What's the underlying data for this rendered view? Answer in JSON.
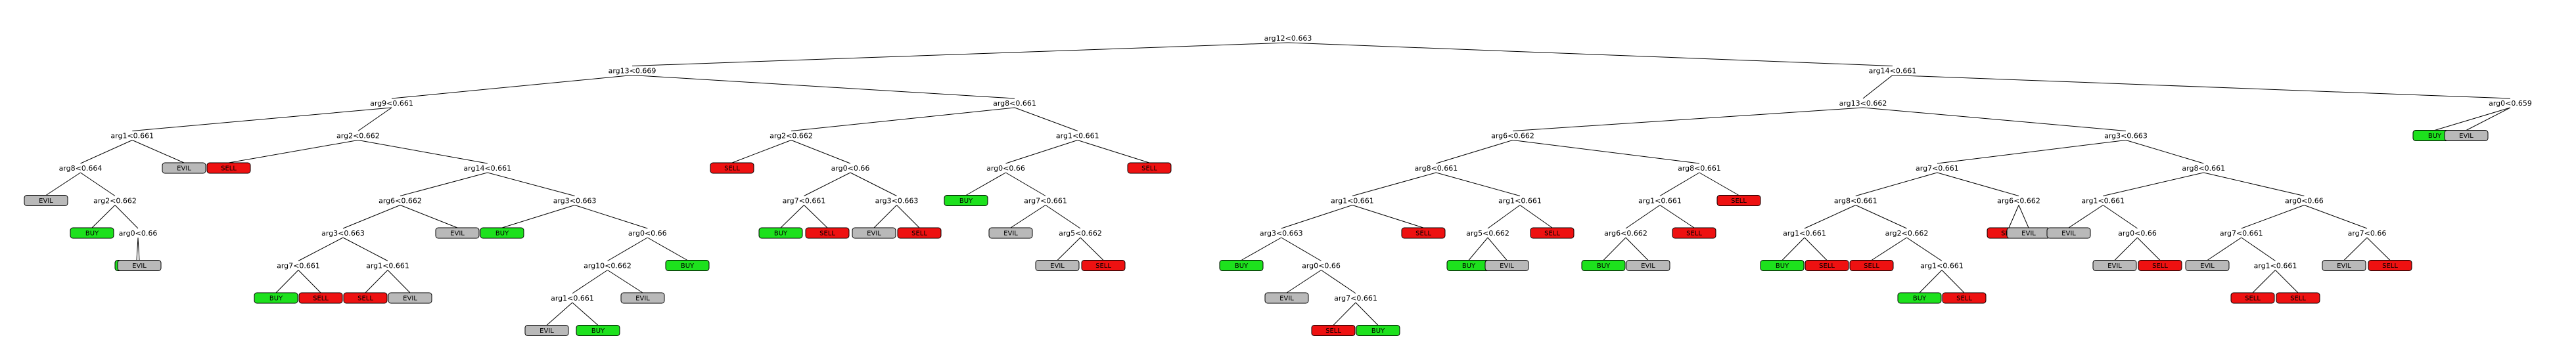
{
  "palette": {
    "BUY": "#1de11d",
    "SELL": "#ee1111",
    "EVIL": "#b9b9b9"
  },
  "tree": {
    "label": "arg12<0.663",
    "children": [
      {
        "label": "arg13<0.669",
        "children": [
          {
            "label": "arg9<0.661",
            "children": [
              {
                "label": "arg1<0.661",
                "children": [
                  {
                    "label": "arg8<0.664",
                    "children": [
                      {
                        "leaf": "EVIL"
                      },
                      {
                        "label": "arg2<0.662",
                        "children": [
                          {
                            "leaf": "BUY"
                          },
                          {
                            "label": "arg0<0.66",
                            "children": [
                              {
                                "leaf": "BUY"
                              },
                              {
                                "leaf": "EVIL"
                              }
                            ]
                          }
                        ]
                      }
                    ]
                  },
                  {
                    "leaf": "EVIL"
                  }
                ]
              },
              {
                "label": "arg2<0.662",
                "children": [
                  {
                    "leaf": "SELL"
                  },
                  {
                    "label": "arg14<0.661",
                    "children": [
                      {
                        "label": "arg6<0.662",
                        "children": [
                          {
                            "label": "arg3<0.663",
                            "children": [
                              {
                                "label": "arg7<0.661",
                                "children": [
                                  {
                                    "leaf": "BUY"
                                  },
                                  {
                                    "leaf": "SELL"
                                  }
                                ]
                              },
                              {
                                "label": "arg1<0.661",
                                "children": [
                                  {
                                    "leaf": "SELL"
                                  },
                                  {
                                    "leaf": "EVIL"
                                  }
                                ]
                              }
                            ]
                          },
                          {
                            "leaf": "EVIL"
                          }
                        ]
                      },
                      {
                        "label": "arg3<0.663",
                        "children": [
                          {
                            "leaf": "BUY"
                          },
                          {
                            "label": "arg0<0.66",
                            "children": [
                              {
                                "label": "arg10<0.662",
                                "children": [
                                  {
                                    "label": "arg1<0.661",
                                    "children": [
                                      {
                                        "leaf": "EVIL"
                                      },
                                      {
                                        "leaf": "BUY"
                                      }
                                    ]
                                  },
                                  {
                                    "leaf": "EVIL"
                                  }
                                ]
                              },
                              {
                                "leaf": "BUY"
                              }
                            ]
                          }
                        ]
                      }
                    ]
                  }
                ]
              }
            ]
          },
          {
            "label": "arg8<0.661",
            "children": [
              {
                "label": "arg2<0.662",
                "children": [
                  {
                    "leaf": "SELL"
                  },
                  {
                    "label": "arg0<0.66",
                    "children": [
                      {
                        "label": "arg7<0.661",
                        "children": [
                          {
                            "leaf": "BUY"
                          },
                          {
                            "leaf": "SELL"
                          }
                        ]
                      },
                      {
                        "label": "arg3<0.663",
                        "children": [
                          {
                            "leaf": "EVIL"
                          },
                          {
                            "leaf": "SELL"
                          }
                        ]
                      }
                    ]
                  }
                ]
              },
              {
                "label": "arg1<0.661",
                "children": [
                  {
                    "label": "arg0<0.66",
                    "children": [
                      {
                        "leaf": "BUY"
                      },
                      {
                        "label": "arg7<0.661",
                        "children": [
                          {
                            "leaf": "EVIL"
                          },
                          {
                            "label": "arg5<0.662",
                            "children": [
                              {
                                "leaf": "EVIL"
                              },
                              {
                                "leaf": "SELL"
                              }
                            ]
                          }
                        ]
                      }
                    ]
                  },
                  {
                    "leaf": "SELL"
                  }
                ]
              }
            ]
          }
        ]
      },
      {
        "label": "arg14<0.661",
        "children": [
          {
            "label": "arg13<0.662",
            "children": [
              {
                "label": "arg6<0.662",
                "children": [
                  {
                    "label": "arg8<0.661",
                    "children": [
                      {
                        "label": "arg1<0.661",
                        "children": [
                          {
                            "label": "arg3<0.663",
                            "children": [
                              {
                                "leaf": "BUY"
                              },
                              {
                                "label": "arg0<0.66",
                                "children": [
                                  {
                                    "leaf": "EVIL"
                                  },
                                  {
                                    "label": "arg7<0.661",
                                    "children": [
                                      {
                                        "leaf": "SELL"
                                      },
                                      {
                                        "leaf": "BUY"
                                      }
                                    ]
                                  }
                                ]
                              }
                            ]
                          },
                          {
                            "leaf": "SELL"
                          }
                        ]
                      },
                      {
                        "label": "arg1<0.661",
                        "children": [
                          {
                            "label": "arg5<0.662",
                            "children": [
                              {
                                "leaf": "BUY"
                              },
                              {
                                "leaf": "EVIL"
                              }
                            ]
                          },
                          {
                            "leaf": "SELL"
                          }
                        ]
                      }
                    ]
                  },
                  {
                    "label": "arg8<0.661",
                    "children": [
                      {
                        "label": "arg1<0.661",
                        "children": [
                          {
                            "label": "arg6<0.662",
                            "children": [
                              {
                                "leaf": "BUY"
                              },
                              {
                                "leaf": "EVIL"
                              }
                            ]
                          },
                          {
                            "leaf": "SELL"
                          }
                        ]
                      },
                      {
                        "leaf": "SELL"
                      }
                    ]
                  }
                ]
              },
              {
                "label": "arg3<0.663",
                "children": [
                  {
                    "label": "arg7<0.661",
                    "children": [
                      {
                        "label": "arg8<0.661",
                        "children": [
                          {
                            "label": "arg1<0.661",
                            "children": [
                              {
                                "leaf": "BUY"
                              },
                              {
                                "leaf": "SELL"
                              }
                            ]
                          },
                          {
                            "label": "arg2<0.662",
                            "children": [
                              {
                                "leaf": "SELL"
                              },
                              {
                                "label": "arg1<0.661",
                                "children": [
                                  {
                                    "leaf": "BUY"
                                  },
                                  {
                                    "leaf": "SELL"
                                  }
                                ]
                              }
                            ]
                          }
                        ]
                      },
                      {
                        "label": "arg6<0.662",
                        "children": [
                          {
                            "leaf": "SELL"
                          },
                          {
                            "leaf": "EVIL"
                          }
                        ]
                      }
                    ]
                  },
                  {
                    "label": "arg8<0.661",
                    "children": [
                      {
                        "label": "arg1<0.661",
                        "children": [
                          {
                            "leaf": "EVIL"
                          },
                          {
                            "label": "arg0<0.66",
                            "children": [
                              {
                                "leaf": "EVIL"
                              },
                              {
                                "leaf": "SELL"
                              }
                            ]
                          }
                        ]
                      },
                      {
                        "label": "arg0<0.66",
                        "children": [
                          {
                            "label": "arg7<0.661",
                            "children": [
                              {
                                "leaf": "EVIL"
                              },
                              {
                                "label": "arg1<0.661",
                                "children": [
                                  {
                                    "leaf": "SELL"
                                  },
                                  {
                                    "leaf": "SELL"
                                  }
                                ]
                              }
                            ]
                          },
                          {
                            "label": "arg7<0.66",
                            "children": [
                              {
                                "leaf": "EVIL"
                              },
                              {
                                "leaf": "SELL"
                              }
                            ]
                          }
                        ]
                      }
                    ]
                  }
                ]
              }
            ]
          },
          {
            "label": "arg0<0.659",
            "children": [
              {
                "leaf": "BUY"
              },
              {
                "leaf": "EVIL"
              }
            ]
          }
        ]
      }
    ]
  }
}
